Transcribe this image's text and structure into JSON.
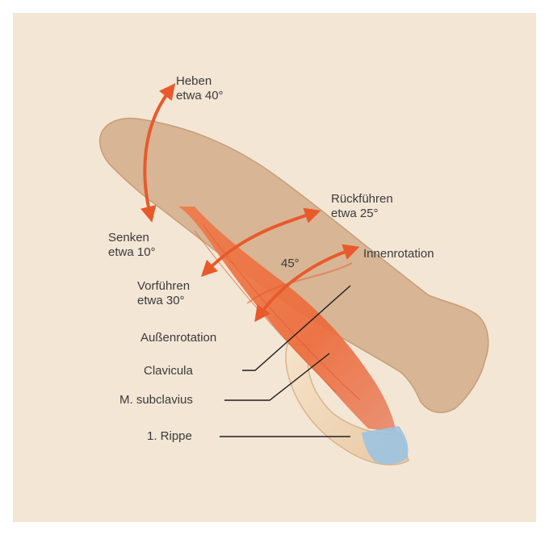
{
  "colors": {
    "background": "#f3e6d5",
    "bone": "#d8b594",
    "muscle": "#ec6a3a",
    "arrow": "#e85a2c",
    "cartilage": "#9cc3e0",
    "leader_line": "#1e1e1e",
    "text": "#3a3a3a"
  },
  "labels": {
    "heben": {
      "line1": "Heben",
      "line2": "etwa 40°"
    },
    "senken": {
      "line1": "Senken",
      "line2": "etwa 10°"
    },
    "rueckfuehren": {
      "line1": "Rückführen",
      "line2": "etwa 25°"
    },
    "vorfuehren": {
      "line1": "Vorführen",
      "line2": "etwa 30°"
    },
    "innenrotation": "Innenrotation",
    "angle": "45°",
    "aussenrotation": "Außenrotation",
    "clavicula": "Clavicula",
    "subclavius": "M. subclavius",
    "rippe": "1. Rippe"
  }
}
